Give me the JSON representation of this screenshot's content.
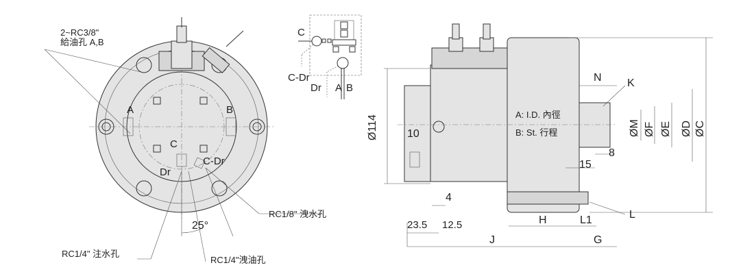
{
  "front_view": {
    "supply_port": "2~RC3/8\"",
    "supply_port_desc": "給油孔 A,B",
    "port_a": "A",
    "port_b": "B",
    "port_c": "C",
    "port_dr": "Dr",
    "port_cdr": "C-Dr",
    "angle": "25°",
    "drain_port": "RC1/8\" 洩水孔",
    "coolant_inlet": "RC1/4\"  注水孔",
    "oil_drain": "RC1/4\"洩油孔"
  },
  "schematic": {
    "c": "C",
    "cdr": "C-Dr",
    "dr": "Dr",
    "a": "A",
    "b": "B"
  },
  "side_view": {
    "dia_114": "Ø114",
    "dim_10": "10",
    "dim_4": "4",
    "dim_23_5": "23.5",
    "dim_12_5": "12.5",
    "dim_h": "H",
    "dim_l1": "L1",
    "dim_j": "J",
    "dim_g": "G",
    "dim_n": "N",
    "dim_k": "K",
    "dim_l": "L",
    "dim_15": "15",
    "dim_8": "8",
    "dia_m": "ØM",
    "dia_f": "ØF",
    "dia_e": "ØE",
    "dia_d": "ØD",
    "dia_c": "ØC",
    "legend_a": "A: I.D. 內徑",
    "legend_b": "B: St. 行程"
  }
}
